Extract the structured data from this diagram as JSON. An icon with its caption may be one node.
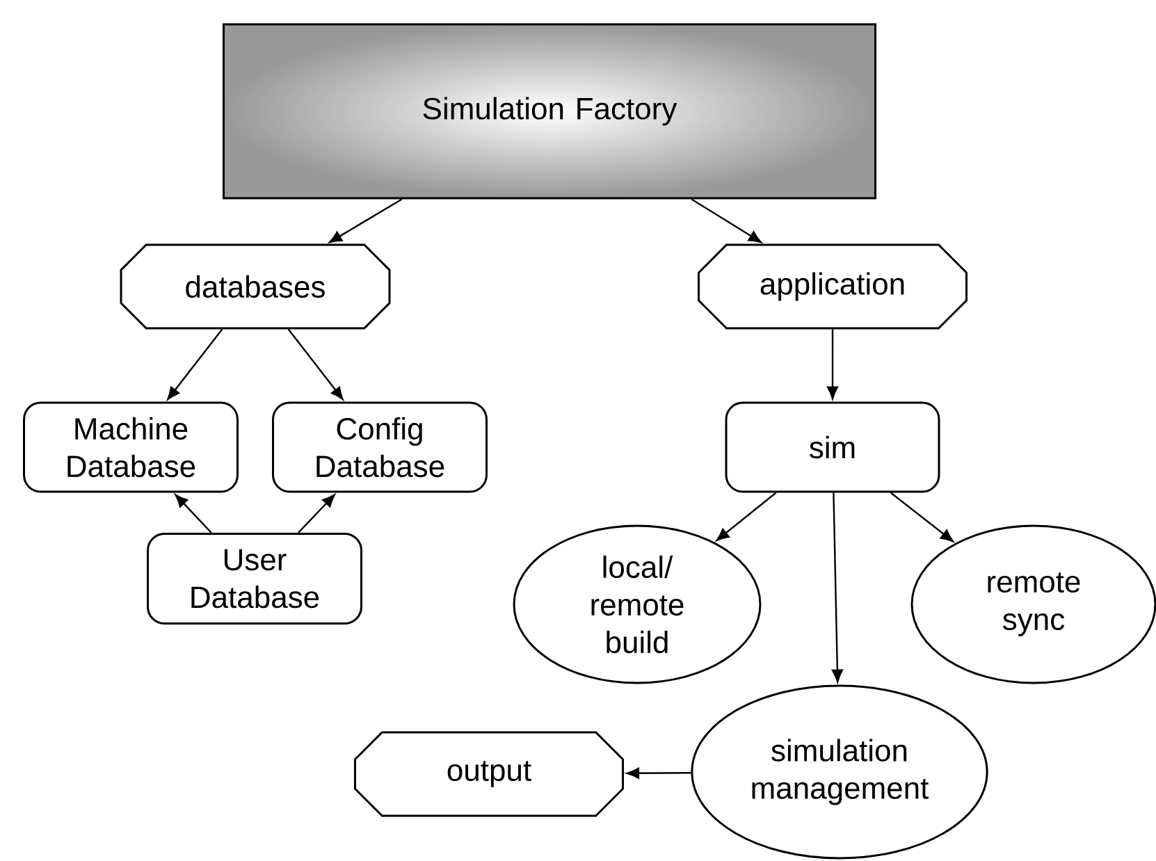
{
  "diagram": {
    "nodes": [
      {
        "text": [
          "Simulation Factory"
        ]
      },
      {
        "text": [
          "databases"
        ]
      },
      {
        "text": [
          "application"
        ]
      },
      {
        "text": [
          "Machine Database"
        ]
      },
      {
        "text": [
          "Config Database"
        ]
      },
      {
        "text": [
          "User Database"
        ]
      },
      {
        "text": [
          "sim"
        ]
      },
      {
        "text": [
          "local/ remote build"
        ]
      },
      {
        "text": [
          "remote sync"
        ]
      },
      {
        "text": [
          "simulation management"
        ]
      },
      {
        "text": [
          "output"
        ]
      }
    ],
    "edges": [
      {
        "from": 0,
        "to": 1,
        "arrow": "to"
      },
      {
        "from": 0,
        "to": 2,
        "arrow": "to"
      },
      {
        "from": 1,
        "to": 3,
        "arrow": "to"
      },
      {
        "from": 1,
        "to": 4,
        "arrow": "to"
      },
      {
        "from": 5,
        "to": 3,
        "arrow": "to"
      },
      {
        "from": 5,
        "to": 4,
        "arrow": "to"
      },
      {
        "from": 2,
        "to": 6,
        "arrow": "to"
      },
      {
        "from": 6,
        "to": 7,
        "arrow": "to"
      },
      {
        "from": 6,
        "to": 8,
        "arrow": "to"
      },
      {
        "from": 6,
        "to": 9,
        "arrow": "to"
      },
      {
        "from": 9,
        "to": 10,
        "arrow": "to"
      }
    ]
  }
}
